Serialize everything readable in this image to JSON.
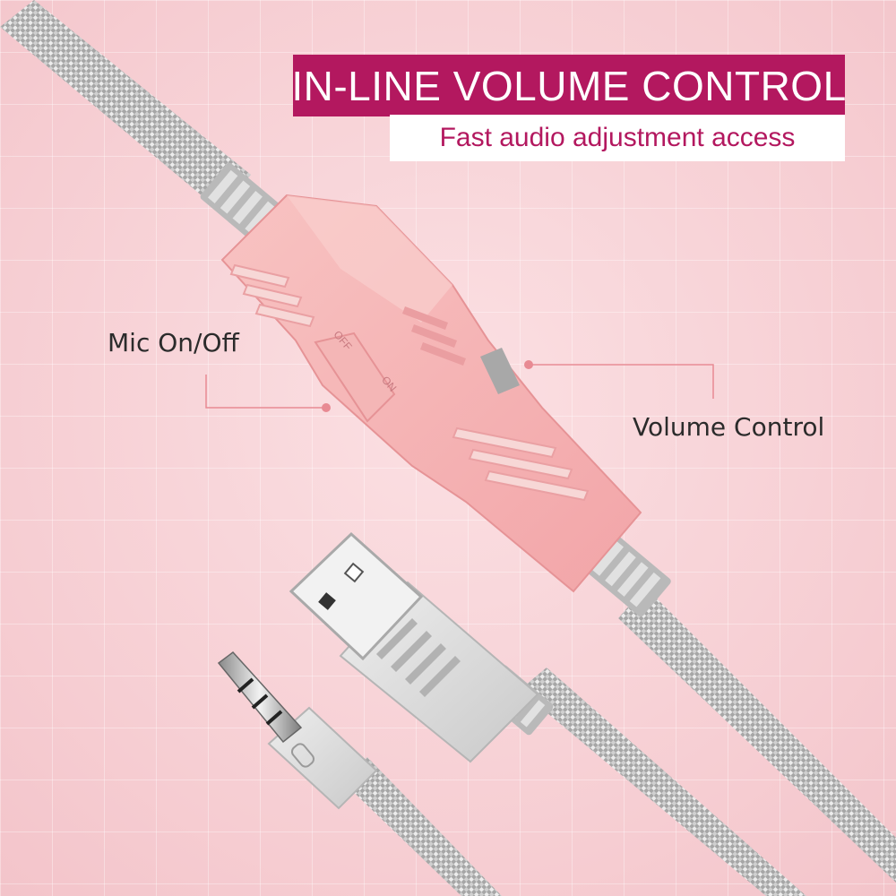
{
  "header": {
    "title": "IN-LINE VOLUME CONTROL",
    "subtitle": "Fast audio adjustment access"
  },
  "callouts": {
    "mic": "Mic On/Off",
    "volume": "Volume Control"
  },
  "switch_labels": {
    "off": "OFF",
    "on": "ON"
  },
  "colors": {
    "accent": "#b3185f",
    "remote_body": "#f6b3b4",
    "cable": "#9a9a9a",
    "connector": "#d9d9d9",
    "leader_line": "#e88a93"
  }
}
